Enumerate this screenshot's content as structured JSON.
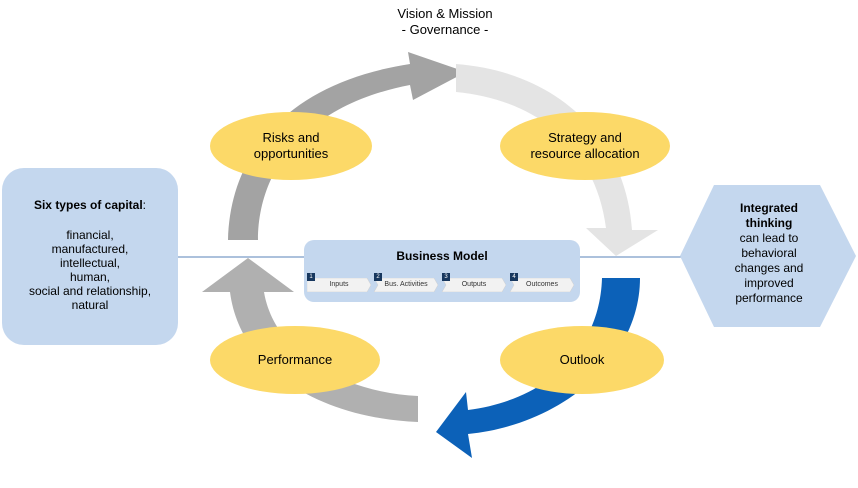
{
  "top_label": {
    "line1": "Vision & Mission",
    "line2": "- Governance  -"
  },
  "cycle": {
    "risks": [
      "Risks and",
      "opportunities"
    ],
    "strategy": [
      "Strategy and",
      "resource allocation"
    ],
    "performance": "Performance",
    "outlook": "Outlook"
  },
  "capital": {
    "heading": "Six types of capital",
    "colon": ":",
    "items": [
      "financial,",
      "manufactured,",
      "intellectual,",
      "human,",
      "social and relationship,",
      "natural"
    ]
  },
  "business_model": {
    "title": "Business  Model",
    "steps": [
      {
        "num": "1",
        "label": "Inputs"
      },
      {
        "num": "2",
        "label": "Bus. Activities"
      },
      {
        "num": "3",
        "label": "Outputs"
      },
      {
        "num": "4",
        "label": "Outcomes"
      }
    ]
  },
  "integrated": {
    "bold1": "Integrated",
    "bold2": "thinking",
    "lines": [
      "can lead to",
      "behavioral",
      "changes and",
      "improved",
      "performance"
    ]
  },
  "colors": {
    "ellipse": "#fcd968",
    "box": "#c4d7ee",
    "arrow_dark_gray": "#a0a0a0",
    "arrow_light_gray": "#e6e6e6",
    "arrow_blue": "#0c61b8",
    "line": "#5a83b8"
  }
}
